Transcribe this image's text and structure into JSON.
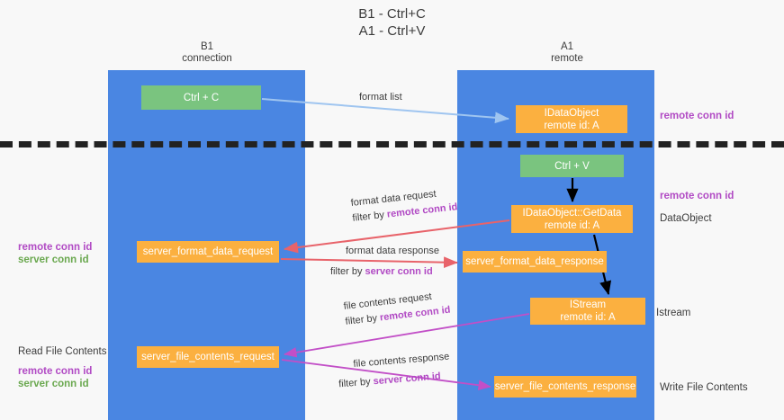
{
  "title": {
    "line1": "B1 - Ctrl+C",
    "line2": "A1 - Ctrl+V"
  },
  "lanes": [
    {
      "id": "b1",
      "line1": "B1",
      "line2": "connection",
      "color": "#4a86e2"
    },
    {
      "id": "a1",
      "line1": "A1",
      "line2": "remote",
      "color": "#4a86e2"
    }
  ],
  "colors": {
    "lane": "#4a86e2",
    "green_node": "#7ac47f",
    "orange_node": "#fbb040",
    "purple_text": "#b14ac4",
    "green_text": "#6aa84f",
    "divider": "#222222",
    "arrow_blue": "#9fc5f0",
    "arrow_red": "#e8636a",
    "arrow_black": "#000000",
    "arrow_magenta": "#c24fc7"
  },
  "nodes": {
    "ctrl_c": {
      "line1": "Ctrl + C",
      "line2": "",
      "fill": "green"
    },
    "idataobject": {
      "line1": "IDataObject",
      "line2": "remote id: A",
      "fill": "orange"
    },
    "ctrl_v": {
      "line1": "Ctrl + V",
      "line2": "",
      "fill": "green"
    },
    "getdata": {
      "line1": "IDataObject::GetData",
      "line2": "remote id: A",
      "fill": "orange"
    },
    "server_format_data_request": {
      "line1": "server_format_data_request",
      "line2": "",
      "fill": "orange"
    },
    "server_format_data_response": {
      "line1": "server_format_data_response",
      "line2": "",
      "fill": "orange"
    },
    "istream": {
      "line1": "IStream",
      "line2": "remote id: A",
      "fill": "orange"
    },
    "server_file_contents_request": {
      "line1": "server_file_contents_request",
      "line2": "",
      "fill": "orange"
    },
    "server_file_contents_response": {
      "line1": "server_file_contents_response",
      "line2": "",
      "fill": "orange"
    }
  },
  "edge_labels": {
    "format_list": {
      "text": "format list"
    },
    "format_data_request": {
      "line1": "format data request",
      "prefix": "filter by ",
      "highlight": "remote conn id"
    },
    "format_data_response": {
      "line1": "format data response",
      "prefix": "filter by ",
      "highlight": "server conn id"
    },
    "file_contents_request": {
      "line1": "file contents request",
      "prefix": "filter by ",
      "highlight": "remote conn id"
    },
    "file_contents_response": {
      "line1": "file contents response",
      "prefix": "filter by ",
      "highlight": "server conn id"
    }
  },
  "annotations": {
    "right_remote_conn_id_top": "remote conn id",
    "right_remote_conn_id_mid": "remote conn id",
    "right_dataobject": "DataObject",
    "right_istream": "Istream",
    "right_write_file_contents": "Write File Contents",
    "left_remote_conn_id_1": "remote conn id",
    "left_server_conn_id_1": "server conn id",
    "left_read_file_contents": "Read File Contents",
    "left_remote_conn_id_2": "remote conn id",
    "left_server_conn_id_2": "server conn id"
  }
}
